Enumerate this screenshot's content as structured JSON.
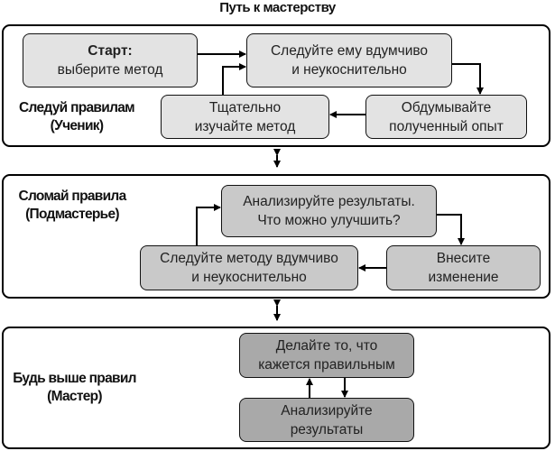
{
  "title": "Путь к мастерству",
  "sections": [
    {
      "label_line1": "Следуй правилам",
      "label_line2": "(Ученик)",
      "boxes": [
        {
          "line1": "Старт:",
          "line2": "выберите метод"
        },
        {
          "line1": "Следуйте ему вдумчиво",
          "line2": "и неукоснительно"
        },
        {
          "line1": "Тщательно",
          "line2": "изучайте метод"
        },
        {
          "line1": "Обдумывайте",
          "line2": "полученный опыт"
        }
      ]
    },
    {
      "label_line1": "Сломай правила",
      "label_line2": "(Подмастерье)",
      "boxes": [
        {
          "line1": "Анализируйте результаты.",
          "line2": "Что можно улучшить?"
        },
        {
          "line1": "Следуйте методу вдумчиво",
          "line2": "и неукоснительно"
        },
        {
          "line1": "Внесите",
          "line2": "изменение"
        }
      ]
    },
    {
      "label_line1": "Будь выше правил",
      "label_line2": "(Мастер)",
      "boxes": [
        {
          "line1": "Делайте то, что",
          "line2": "кажется правильным"
        },
        {
          "line1": "Анализируйте",
          "line2": "результаты"
        }
      ]
    }
  ],
  "colors": {
    "level1_box": "#e3e3e3",
    "level2_box": "#c9c9c9",
    "level3_box": "#a9a9a9",
    "line": "#000000"
  }
}
